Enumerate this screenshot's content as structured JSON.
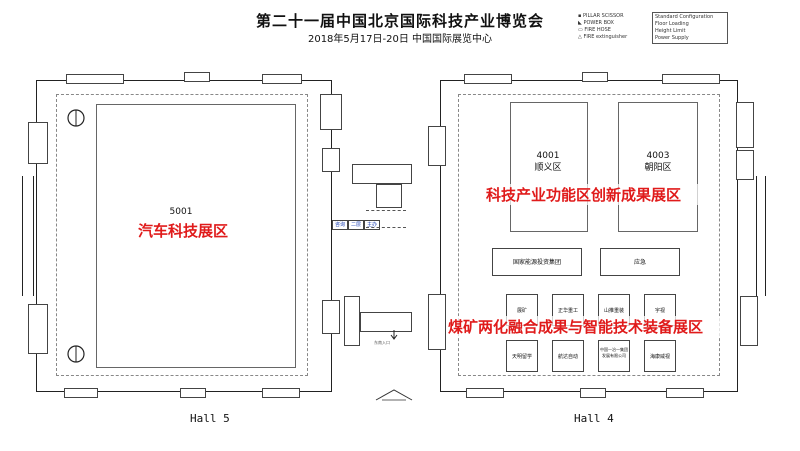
{
  "header": {
    "title": "第二十一届中国北京国际科技产业博览会",
    "subtitle": "2018年5月17日-20日  中国国际展览中心"
  },
  "legend": {
    "left_items": [
      "PILLAR SCISSOR",
      "POWER BOX",
      "FIRE HOSE",
      "FIRE extinguisher"
    ],
    "right_items": [
      "Standard Configuration",
      "Floor Loading",
      "Height Limit",
      "Power Supply"
    ]
  },
  "hall5": {
    "label": "Hall 5",
    "zone_number": "5001",
    "zone_name": "汽车科技展区",
    "service_labels": [
      "咨询",
      "二层",
      "主办"
    ]
  },
  "hall4": {
    "label": "Hall 4",
    "zone_4001": {
      "number": "4001",
      "name": "顺义区"
    },
    "zone_4003": {
      "number": "4003",
      "name": "朝阳区"
    },
    "zone_innovation": "科技产业功能区创新成果展区",
    "zone_coal": "煤矿两化融合成果与智能技术装备展区",
    "big_booths": [
      "国家能源投资集团",
      "应急"
    ],
    "small_booths_row1": [
      "展矿",
      "正华重工",
      "山推重装",
      "宇视"
    ],
    "small_booths_row2": [
      "天明留学",
      "航达自动",
      "中国一冶一集团发展有限公司",
      "海康威视"
    ]
  },
  "entrance_label": "东南入口"
}
